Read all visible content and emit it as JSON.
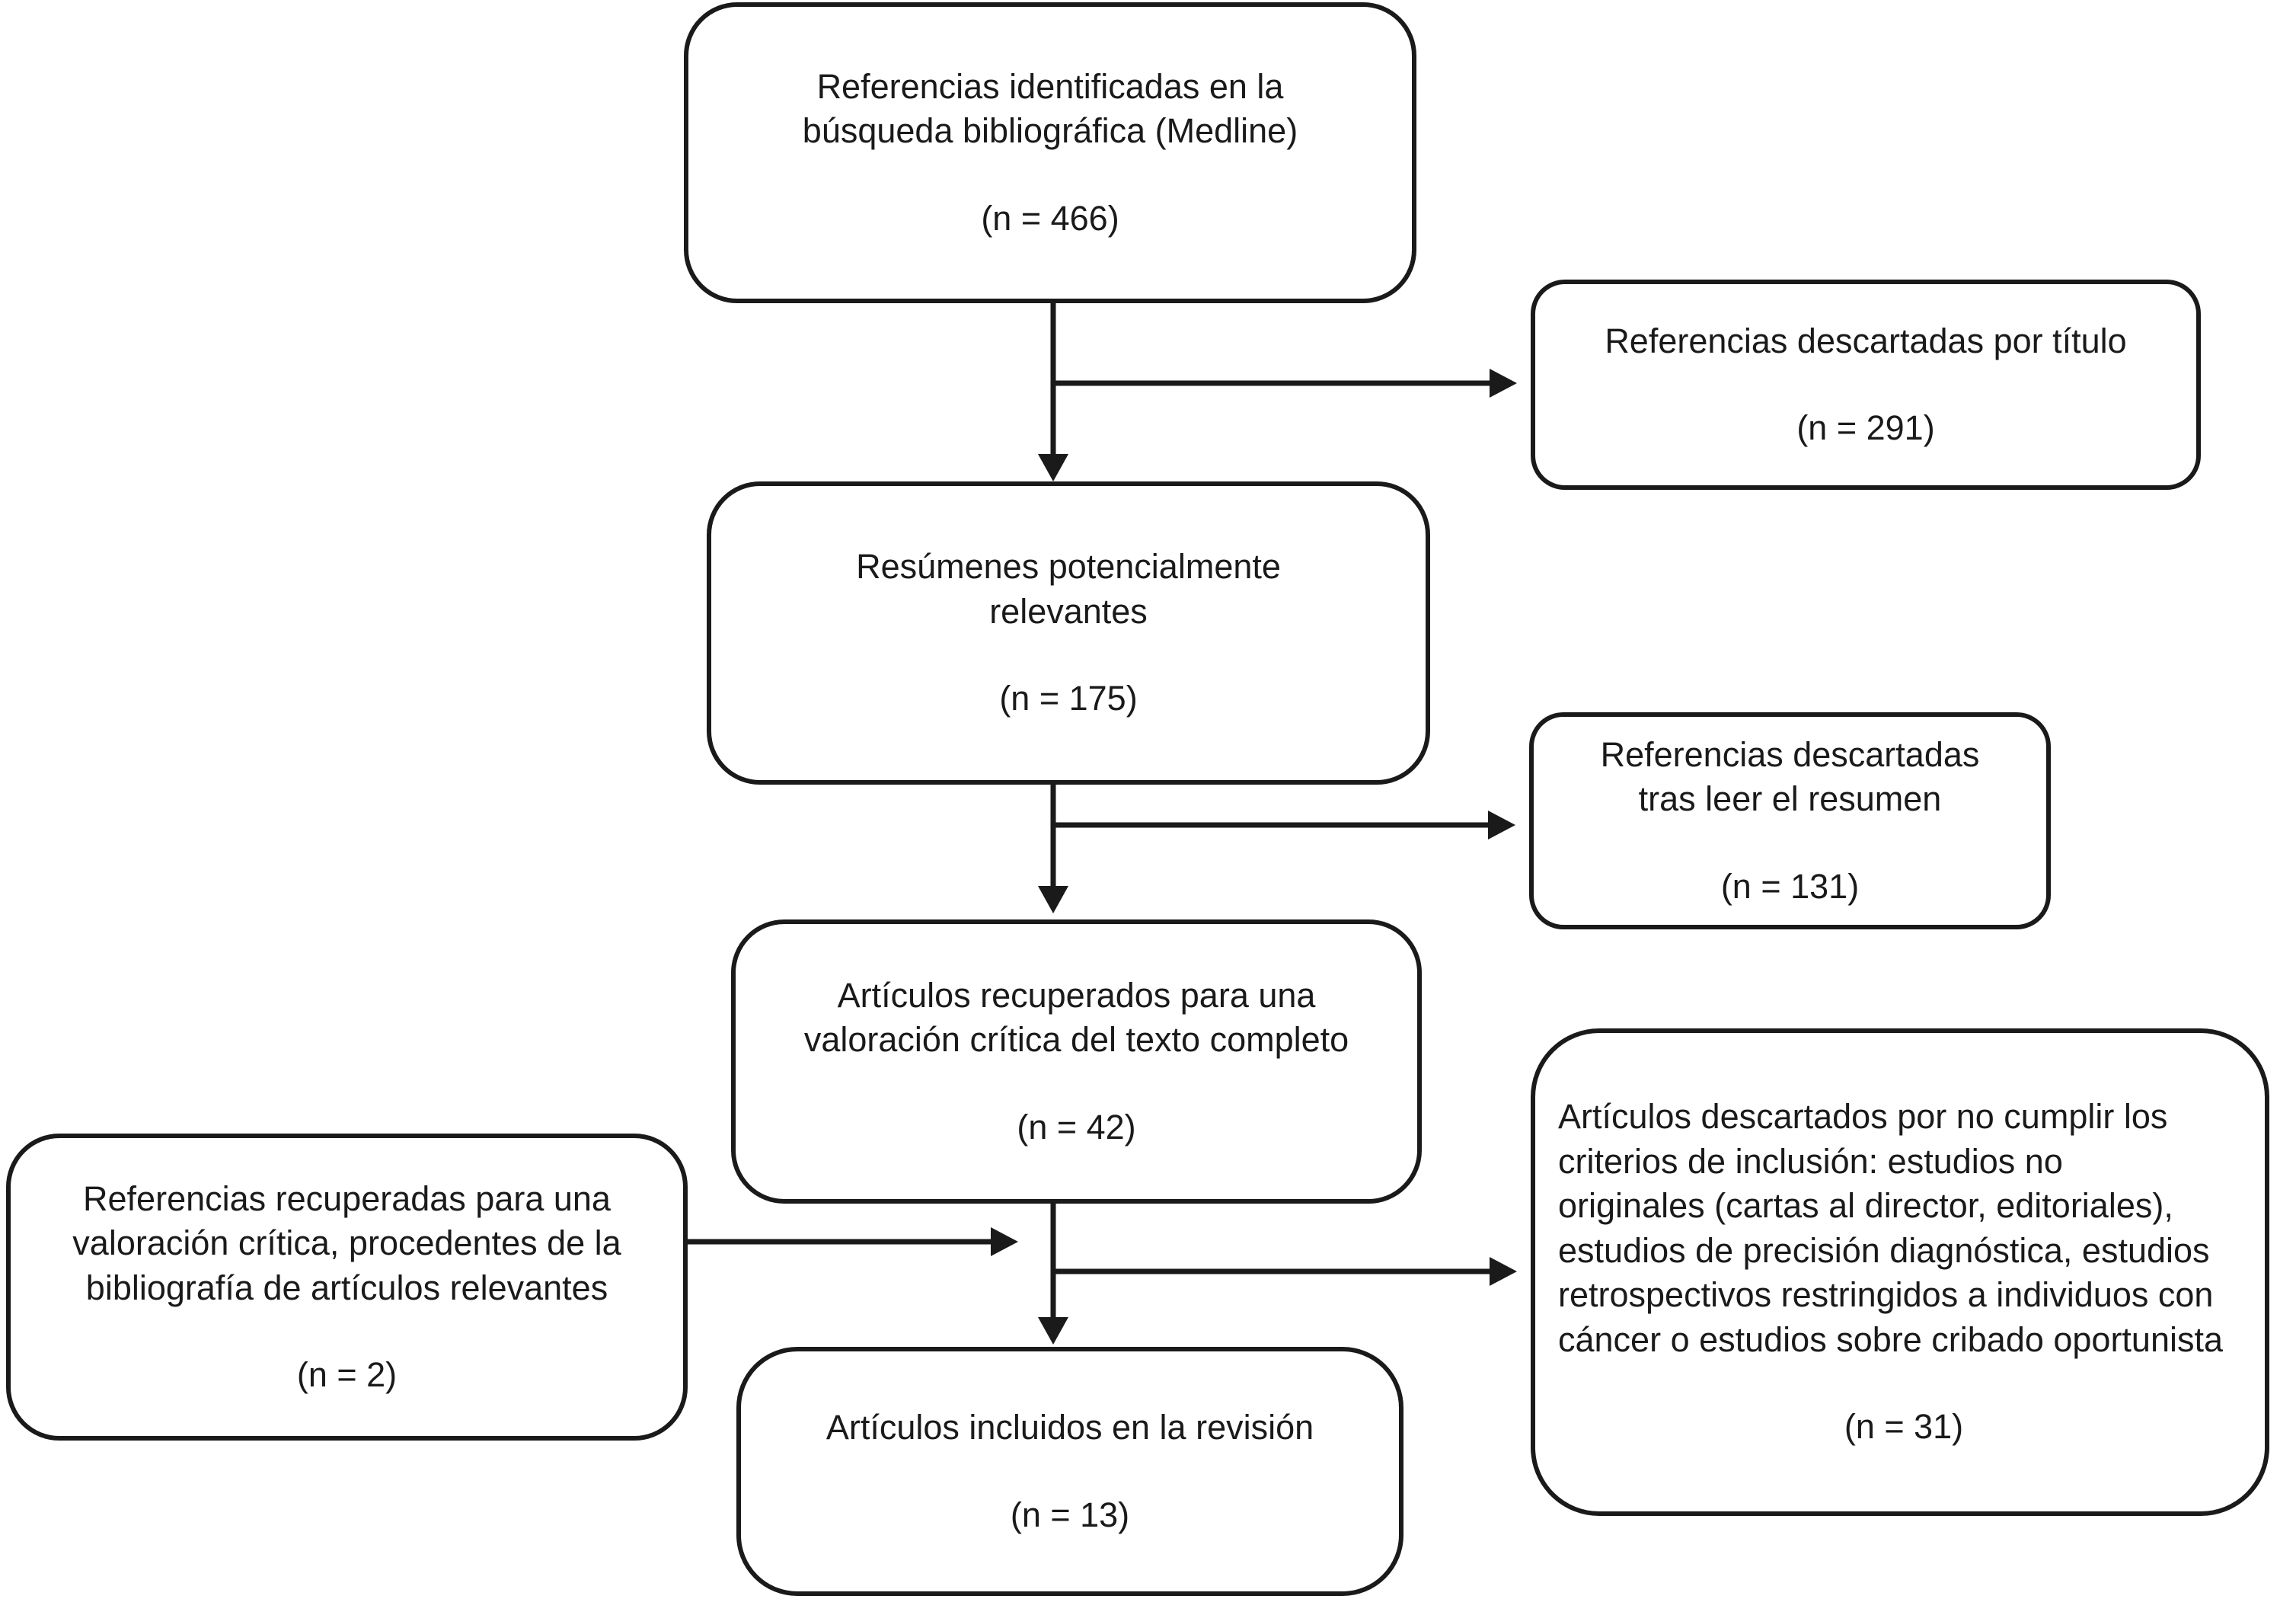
{
  "diagram": {
    "type": "flowchart",
    "colors": {
      "line": "#1a1a1a",
      "text": "#1a1a1a",
      "background": "#ffffff"
    },
    "boxes": {
      "identified": {
        "label": "Referencias identificadas en la búsqueda bibliográfica (Medline)",
        "count": "(n = 466)"
      },
      "discarded_title": {
        "label": "Referencias descartadas por título",
        "count": "(n = 291)"
      },
      "relevant_abstracts": {
        "label": "Resúmenes potencialmente relevantes",
        "count": "(n = 175)"
      },
      "discarded_abstract": {
        "label": "Referencias descartadas tras leer el resumen",
        "count": "(n = 131)"
      },
      "fulltext_retrieved": {
        "label": "Artículos recuperados para una valoración crítica del texto completo",
        "count": "(n = 42)"
      },
      "from_bibliography": {
        "label": "Referencias recuperadas para una valoración crítica, procedentes de la bibliografía de artículos relevantes",
        "count": "(n = 2)"
      },
      "excluded": {
        "lines": [
          "Artículos descartados por no cumplir los",
          "criterios de inclusión: estudios no",
          "originales (cartas al director, editoriales),",
          "estudios de precisión diagnóstica, estudios",
          "retrospectivos restringidos a individuos con",
          "cáncer o estudios sobre cribado oportunista"
        ],
        "count": "(n = 31)"
      },
      "included": {
        "label": "Artículos incluidos en la revisión",
        "count": "(n = 13)"
      }
    }
  }
}
